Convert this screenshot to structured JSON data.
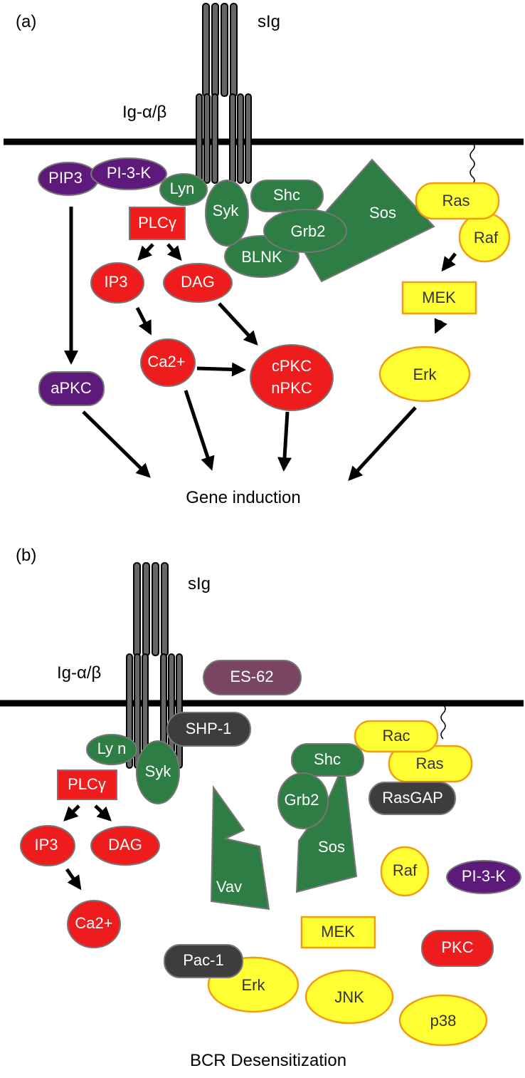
{
  "panel_a": {
    "panel_label": "(a)",
    "receptor_label": "sIg",
    "coreceptor_label": "Ig-α/β",
    "nodes": {
      "pip3": "PIP3",
      "pi3k": "PI-3-K",
      "lyn": "Lyn",
      "plcg": "PLCγ",
      "syk": "Syk",
      "shc": "Shc",
      "grb2": "Grb2",
      "blnk": "BLNK",
      "sos": "Sos",
      "ras": "Ras",
      "raf": "Raf",
      "mek": "MEK",
      "erk": "Erk",
      "ip3": "IP3",
      "dag": "DAG",
      "ca": "Ca2+",
      "cpkc": "cPKC",
      "npkc": "nPKC",
      "apkc": "aPKC"
    },
    "outcome": "Gene induction"
  },
  "panel_b": {
    "panel_label": "(b)",
    "receptor_label": "sIg",
    "coreceptor_label": "Ig-α/β",
    "nodes": {
      "es62": "ES-62",
      "shp1": "SHP-1",
      "lyn": "Ly n",
      "syk": "Syk",
      "plcg": "PLCγ",
      "ip3": "IP3",
      "dag": "DAG",
      "ca": "Ca2+",
      "vav": "Vav",
      "shc": "Shc",
      "grb2": "Grb2",
      "sos": "Sos",
      "rac": "Rac",
      "ras": "Ras",
      "rasgap": "RasGAP",
      "raf": "Raf",
      "pi3k": "PI-3-K",
      "mek": "MEK",
      "pkc": "PKC",
      "pac1": "Pac-1",
      "erk": "Erk",
      "jnk": "JNK",
      "p38": "p38"
    },
    "outcome": "BCR Desensitization"
  },
  "colors": {
    "membrane": "#000000",
    "receptor": "#666666",
    "kinase_green": "#2e7d45",
    "lipid_purple": "#5e1a7a",
    "second_messenger_red": "#ee1c1c",
    "ras_yellow": "#ffff33",
    "ras_outline": "#f39c12",
    "phosphatase_gray": "#3d3d3d",
    "es62_mauve": "#7a4563"
  }
}
